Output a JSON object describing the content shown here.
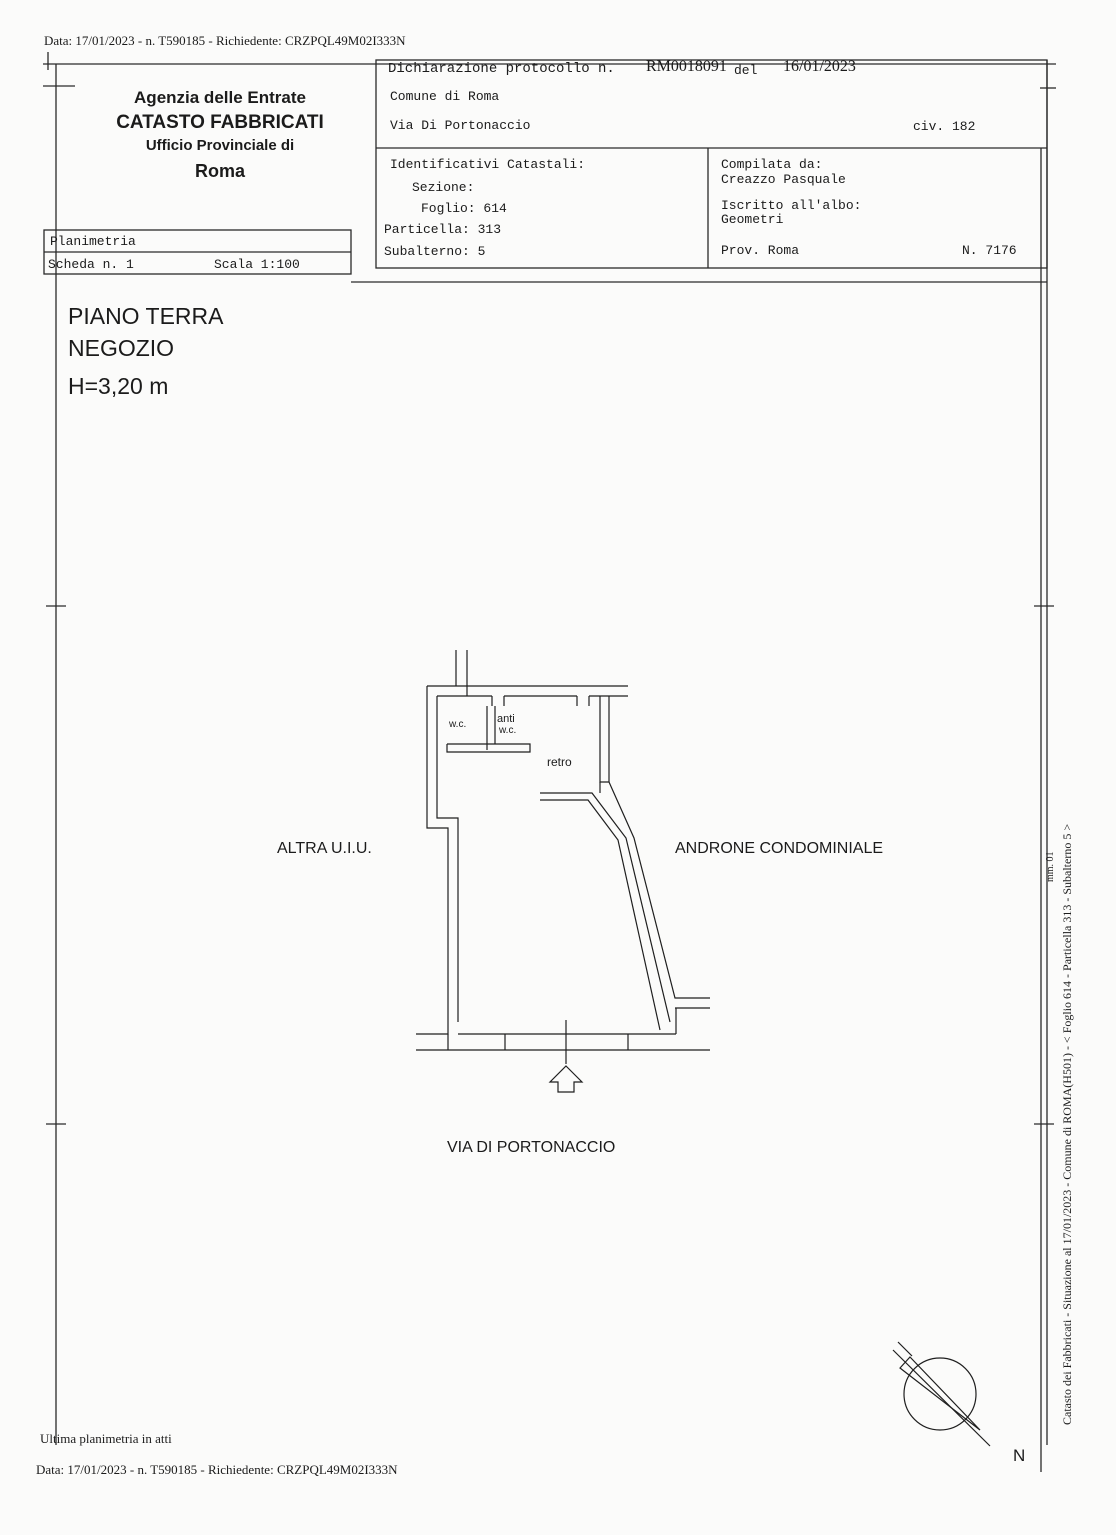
{
  "header": {
    "top_request": "Data: 17/01/2023 - n. T590185 - Richiedente: CRZPQL49M02I333N",
    "bottom_request": "Data: 17/01/2023 - n. T590185 - Richiedente: CRZPQL49M02I333N",
    "last_plan_note": "Ultima planimetria in atti"
  },
  "agency": {
    "line1": "Agenzia delle Entrate",
    "line2": "CATASTO FABBRICATI",
    "line3": "Ufficio Provinciale di",
    "line4": "Roma"
  },
  "declaration": {
    "protocol_label": "Dichiarazione protocollo n.",
    "protocol_number": "RM0018091",
    "date_label": "del",
    "date": "16/01/2023",
    "municipality": "Comune di Roma",
    "street": "Via Di Portonaccio",
    "civic": "civ. 182"
  },
  "identifiers": {
    "title": "Identificativi Catastali:",
    "sezione": "Sezione:",
    "foglio": "Foglio: 614",
    "particella": "Particella: 313",
    "subalterno": "Subalterno: 5"
  },
  "compiler": {
    "title": "Compilata da:",
    "name": "Creazzo Pasquale",
    "register_label": "Iscritto all'albo:",
    "register": "Geometri",
    "province": "Prov. Roma",
    "number": "N. 7176"
  },
  "sheet": {
    "type": "Planimetria",
    "scheda": "Scheda n. 1",
    "scale": "Scala 1:100"
  },
  "plan": {
    "floor": "PIANO TERRA",
    "use": "NEGOZIO",
    "height": "H=3,20 m",
    "rooms": {
      "wc": "w.c.",
      "anti": "anti",
      "anti_wc": "w.c.",
      "retro": "retro"
    },
    "left_area": "ALTRA U.I.U.",
    "right_area": "ANDRONE CONDOMINIALE",
    "street_label": "VIA DI PORTONACCIO",
    "north": "N"
  },
  "side_note": "Catasto dei Fabbricati - Situazione al 17/01/2023 - Comune di ROMA(H501) - < Foglio 614 - Particella 313 - Subalterno 5 >",
  "stamp": "mm. 01"
}
